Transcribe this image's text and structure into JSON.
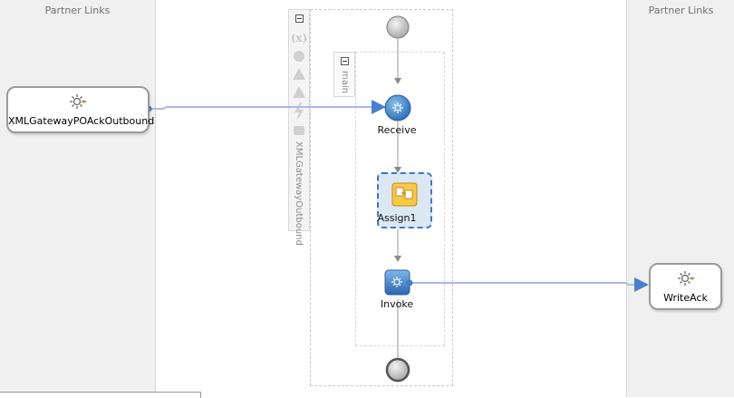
{
  "left_lane": {
    "title": "Partner Links"
  },
  "right_lane": {
    "title": "Partner Links"
  },
  "partner_left": {
    "label": "XMLGatewayPOAckOutbound",
    "icon": "gear-icon"
  },
  "partner_right": {
    "label": "WriteAck",
    "icon": "gear-icon"
  },
  "scope": {
    "name": "XMLGatewayOutbound"
  },
  "sequence": {
    "name": "main"
  },
  "activities": {
    "receive": {
      "label": "Receive",
      "icon": "receive-gear-icon"
    },
    "assign": {
      "label": "Assign1",
      "icon": "assign-icon"
    },
    "invoke": {
      "label": "Invoke",
      "icon": "invoke-gear-icon"
    }
  },
  "colors": {
    "link_line": "#a9b8e6",
    "activity_blue": "#3d7fc9",
    "assign_yellow": "#f7c948",
    "selection": "#3a78c8"
  }
}
